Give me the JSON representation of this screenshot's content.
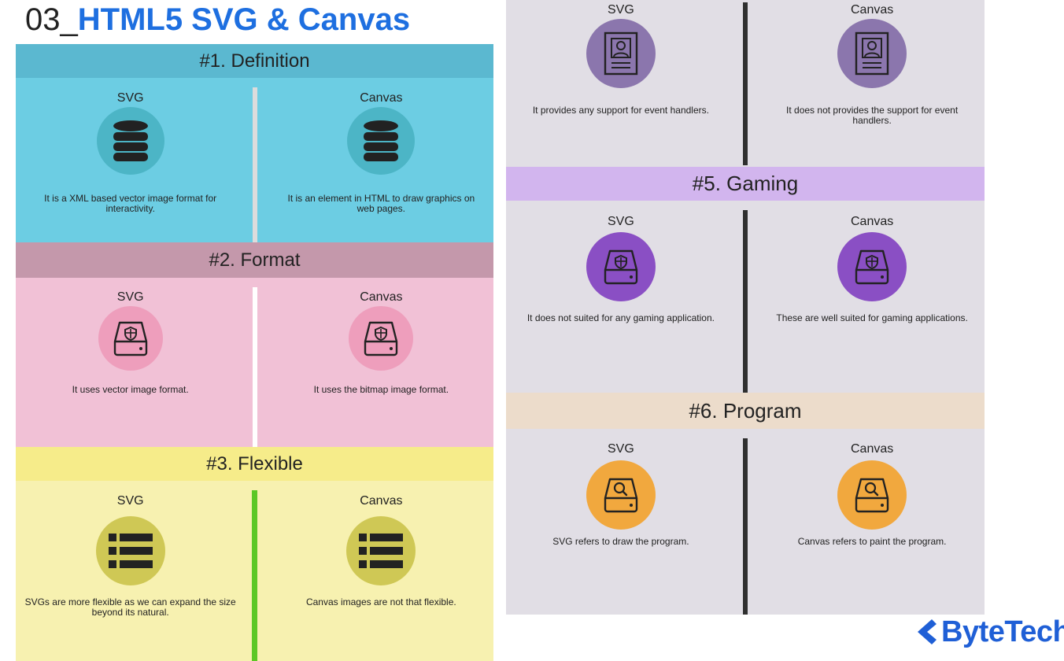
{
  "title": {
    "prefix": "03_",
    "main": "HTML5 SVG & Canvas"
  },
  "sections": [
    {
      "id": "definition",
      "header": "#1. Definition",
      "colors": {
        "header": "#5bb8d0",
        "body": "#6ccde3",
        "divider": "#dcdcdc",
        "circle": "#4cb5c6",
        "icon": "#222222"
      },
      "icon": "database-icon",
      "left": {
        "title": "SVG",
        "desc": "It is a XML based vector image format for interactivity."
      },
      "right": {
        "title": "Canvas",
        "desc": "It is an element in HTML to draw graphics on web pages."
      }
    },
    {
      "id": "format",
      "header": "#2. Format",
      "colors": {
        "header": "#c498ab",
        "body": "#f1c1d6",
        "divider": "#ffffff",
        "circle": "#ee9ebc",
        "icon": "#222222"
      },
      "icon": "secure-drive-icon",
      "left": {
        "title": "SVG",
        "desc": "It uses vector image format."
      },
      "right": {
        "title": "Canvas",
        "desc": "It uses the bitmap image format."
      }
    },
    {
      "id": "flexible",
      "header": "#3. Flexible",
      "colors": {
        "header": "#f6ec8a",
        "body": "#f7f1b0",
        "divider": "#5cc726",
        "circle": "#cfc855",
        "icon": "#222222"
      },
      "icon": "list-icon",
      "left": {
        "title": "SVG",
        "desc": "SVGs are more flexible as we can expand the size beyond its natural."
      },
      "right": {
        "title": "Canvas",
        "desc": "Canvas images are not that flexible."
      }
    },
    {
      "id": "events",
      "header": "",
      "colors": {
        "header": "#e1dee5",
        "body": "#e1dee5",
        "divider": "#2f2f2f",
        "circle": "#8b76ad",
        "icon": "#222222"
      },
      "icon": "user-document-icon",
      "left": {
        "title": "SVG",
        "desc": "It provides any support for event handlers."
      },
      "right": {
        "title": "Canvas",
        "desc": "It does not provides the support for event handlers."
      }
    },
    {
      "id": "gaming",
      "header": "#5. Gaming",
      "colors": {
        "header": "#d2b5ee",
        "body": "#e1dee5",
        "divider": "#2f2f2f",
        "circle": "#8a4fc4",
        "icon": "#222222"
      },
      "icon": "secure-drive-icon",
      "left": {
        "title": "SVG",
        "desc": "It does not suited for any gaming application."
      },
      "right": {
        "title": "Canvas",
        "desc": "These are well suited for gaming applications."
      }
    },
    {
      "id": "program",
      "header": "#6. Program",
      "colors": {
        "header": "#ecdccb",
        "body": "#e1dee5",
        "divider": "#2f2f2f",
        "circle": "#f1a83e",
        "icon": "#222222"
      },
      "icon": "search-drive-icon",
      "left": {
        "title": "SVG",
        "desc": "SVG refers to draw the program."
      },
      "right": {
        "title": "Canvas",
        "desc": "Canvas refers to paint the program."
      }
    }
  ],
  "logo": {
    "text": "ByteTech",
    "color": "#1f5fd6"
  }
}
